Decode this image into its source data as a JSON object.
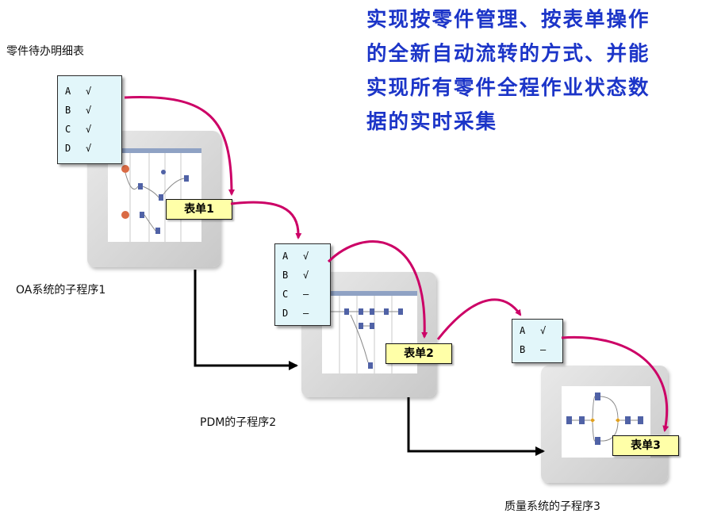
{
  "headline": "实现按零件管理、按表单操作\n的全新自动流转的方式、并能\n实现所有零件全程作业状态数\n据的实时采集",
  "todo_title": "零件待办明细表",
  "checklists": [
    {
      "rows": [
        {
          "letter": "A",
          "mark": "√"
        },
        {
          "letter": "B",
          "mark": "√"
        },
        {
          "letter": "C",
          "mark": "√"
        },
        {
          "letter": "D",
          "mark": "√"
        }
      ]
    },
    {
      "rows": [
        {
          "letter": "A",
          "mark": "√"
        },
        {
          "letter": "B",
          "mark": "√"
        },
        {
          "letter": "C",
          "mark": "–"
        },
        {
          "letter": "D",
          "mark": "–"
        }
      ]
    },
    {
      "rows": [
        {
          "letter": "A",
          "mark": "√"
        },
        {
          "letter": "B",
          "mark": "–"
        }
      ]
    }
  ],
  "forms": [
    "表单1",
    "表单2",
    "表单3"
  ],
  "subprograms": [
    "OA系统的子程序1",
    "PDM的子程序2",
    "质量系统的子程序3"
  ],
  "colors": {
    "headline": "#1c35c8",
    "flow_arrow": "#cc0066",
    "step_arrow": "#000000",
    "checklist_bg": "#e2f6fa",
    "form_bg": "#ffffa8"
  }
}
